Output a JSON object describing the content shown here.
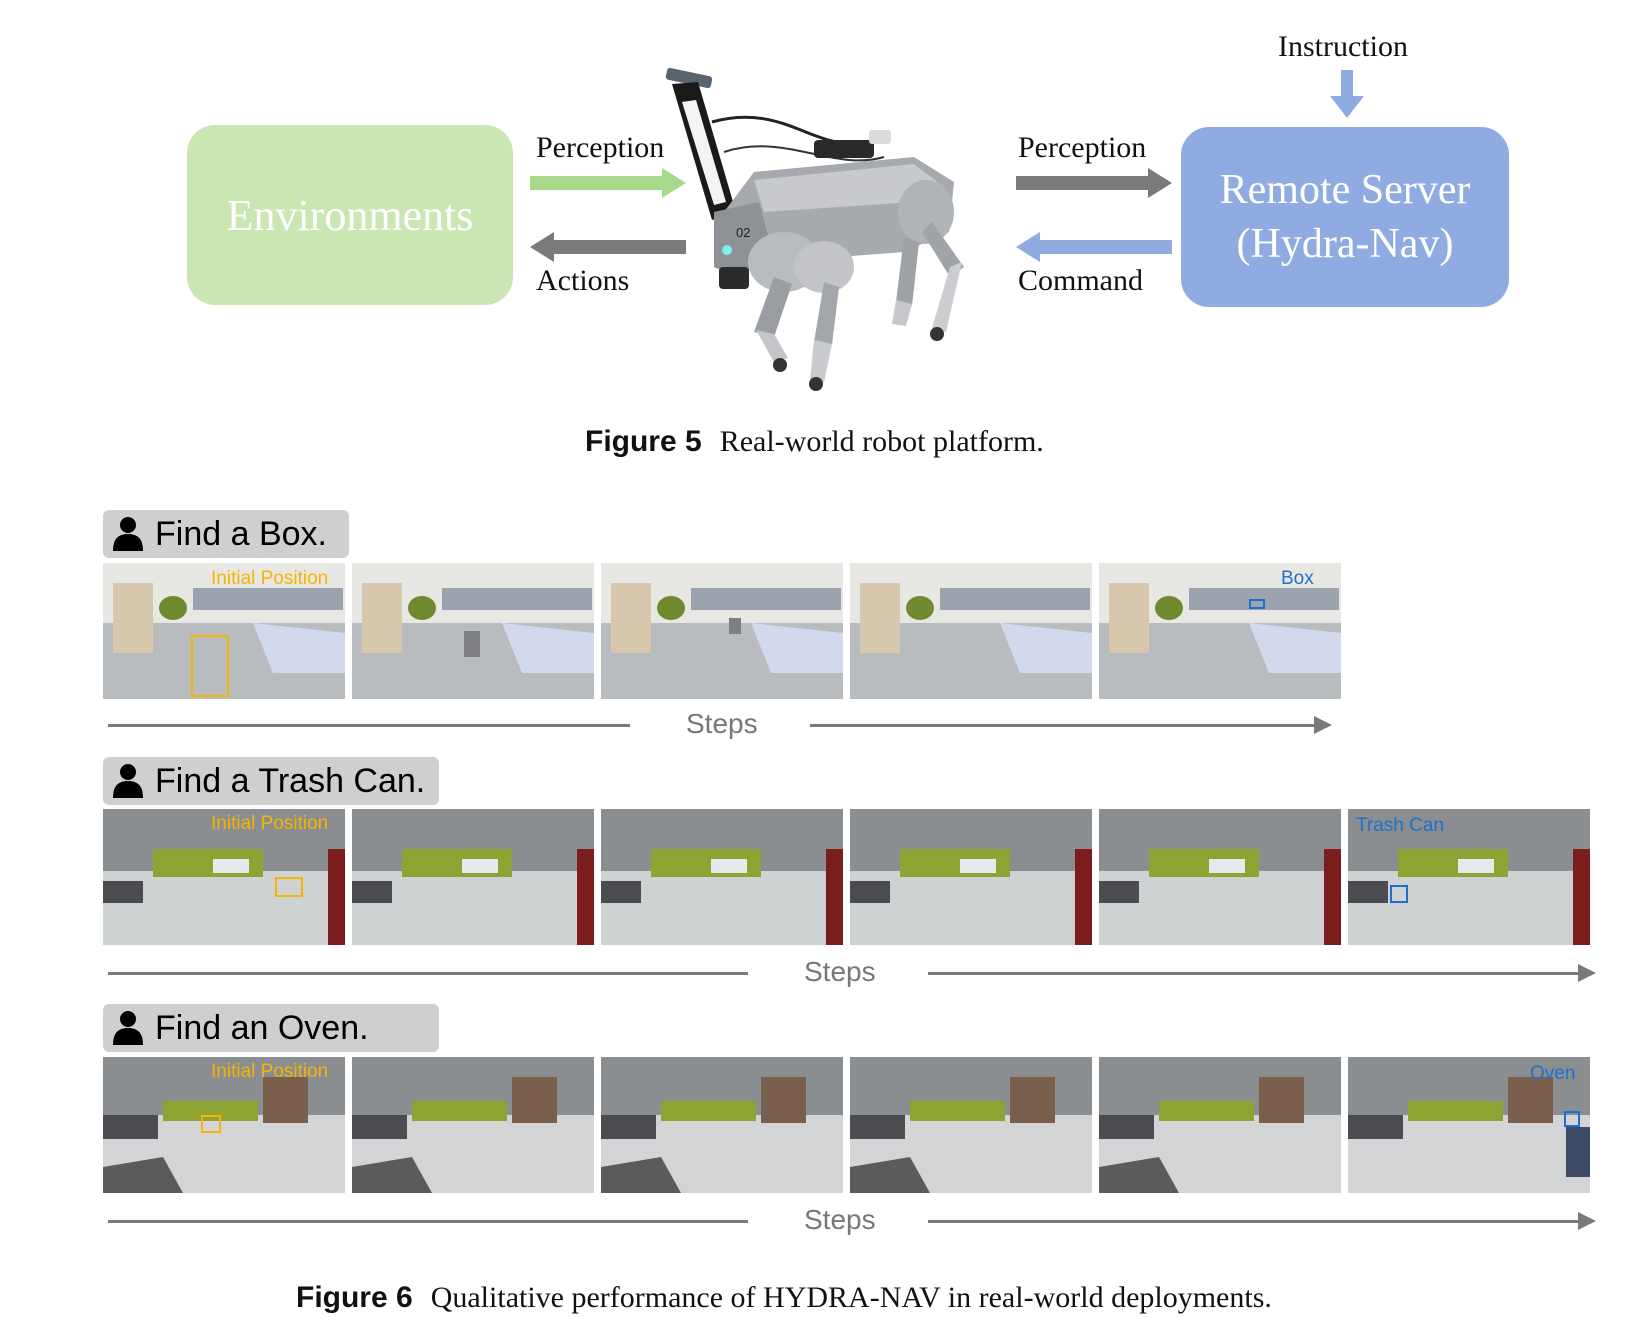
{
  "figure5": {
    "environments_label": "Environments",
    "server_line1": "Remote Server",
    "server_line2": "(Hydra-Nav)",
    "instruction_label": "Instruction",
    "perception_left": "Perception",
    "actions_label": "Actions",
    "perception_right": "Perception",
    "command_label": "Command",
    "robot_badge": "02",
    "caption_number": "Figure 5",
    "caption_text": "Real-world robot platform.",
    "colors": {
      "environments": "#c9e6b3",
      "server": "#8fabe2",
      "green_arrow": "#a8d98a",
      "gray_arrow": "#7a7a7a",
      "blue_arrow": "#8fabe2"
    }
  },
  "figure6": {
    "rows": [
      {
        "task": "Find a Box.",
        "start_tag": "Initial Position",
        "target_tag": "Box",
        "steps_label": "Steps",
        "frame_count": 5
      },
      {
        "task": "Find a Trash Can.",
        "start_tag": "Initial Position",
        "target_tag": "Trash Can",
        "steps_label": "Steps",
        "frame_count": 6
      },
      {
        "task": "Find an Oven.",
        "start_tag": "Initial Position",
        "target_tag": "Oven",
        "steps_label": "Steps",
        "frame_count": 6
      }
    ],
    "caption_number": "Figure 6",
    "caption_text": "Qualitative performance of HYDRA-NAV in real-world deployments.",
    "colors": {
      "start_tag": "#f4b400",
      "target_tag": "#1f6fcf"
    }
  }
}
